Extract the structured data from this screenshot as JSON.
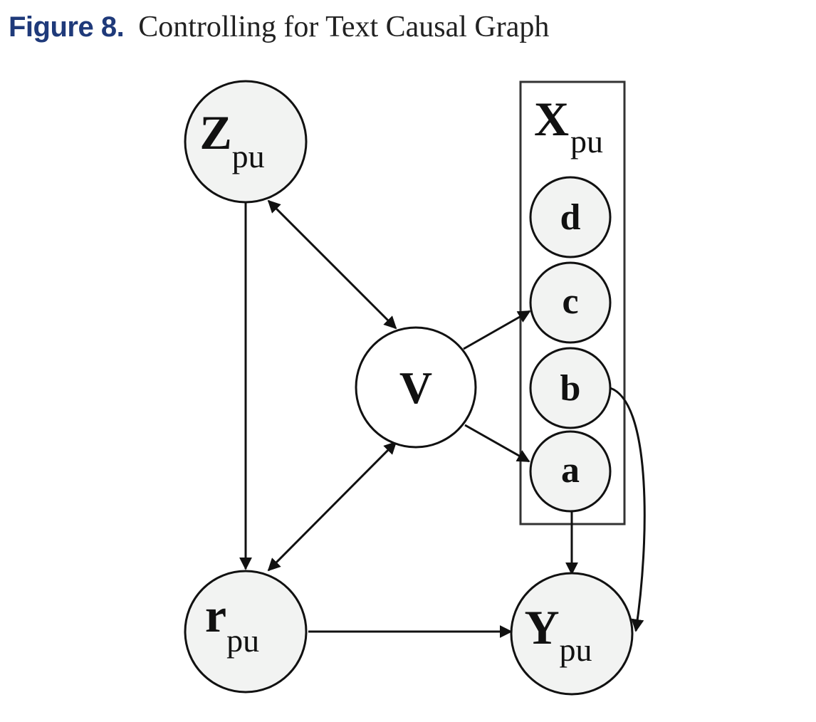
{
  "caption": {
    "label": "Figure 8.",
    "title": "Controlling for Text Causal Graph"
  },
  "colors": {
    "caption_label": "#1f3a7a",
    "node_fill_shaded": "#f2f3f2",
    "node_fill_plain": "#ffffff",
    "stroke": "#111111"
  },
  "nodes": {
    "Z": {
      "main": "Z",
      "sub": "pu"
    },
    "R": {
      "main": "r",
      "sub": "pu"
    },
    "V": {
      "main": "V"
    },
    "Y": {
      "main": "Y",
      "sub": "pu"
    },
    "X": {
      "main": "X",
      "sub": "pu"
    },
    "d": {
      "main": "d"
    },
    "c": {
      "main": "c"
    },
    "b": {
      "main": "b"
    },
    "a": {
      "main": "a"
    }
  },
  "edges": [
    {
      "from": "Z",
      "to": "R",
      "type": "directed"
    },
    {
      "from": "Z",
      "to": "V",
      "type": "bidirected"
    },
    {
      "from": "V",
      "to": "R",
      "type": "bidirected"
    },
    {
      "from": "V",
      "to": "c",
      "type": "directed"
    },
    {
      "from": "V",
      "to": "a",
      "type": "directed"
    },
    {
      "from": "R",
      "to": "Y",
      "type": "directed"
    },
    {
      "from": "a",
      "to": "Y",
      "type": "directed"
    },
    {
      "from": "b",
      "to": "Y",
      "type": "directed"
    }
  ]
}
